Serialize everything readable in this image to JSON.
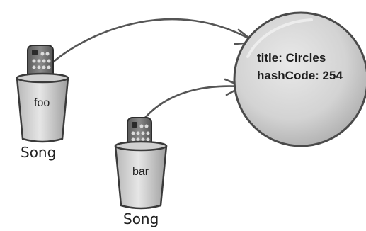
{
  "references": [
    {
      "variable": "foo",
      "type": "Song"
    },
    {
      "variable": "bar",
      "type": "Song"
    }
  ],
  "object": {
    "title_line": "title: Circles",
    "hash_line": "hashCode: 254"
  }
}
